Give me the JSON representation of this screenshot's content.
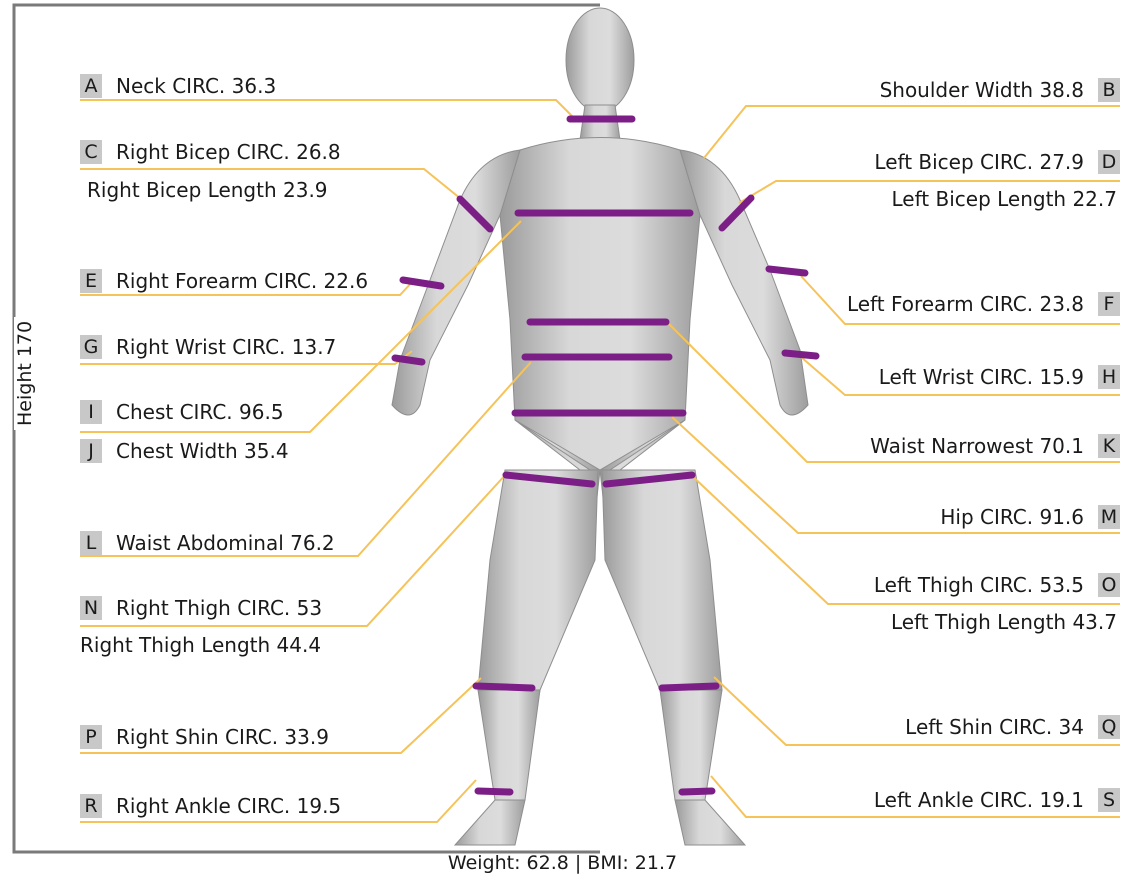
{
  "height_label": "Height 170",
  "footer": "Weight: 62.8  | BMI: 21.7",
  "colors": {
    "line": "#f5c35a",
    "ring": "#7b1f86",
    "body": "#c9c9c9",
    "label_box": "#c8c8c8"
  },
  "labels": {
    "A": {
      "letter": "A",
      "text": "Neck CIRC. 36.3"
    },
    "B": {
      "letter": "B",
      "text": "Shoulder Width 38.8"
    },
    "C": {
      "letter": "C",
      "text": "Right Bicep CIRC. 26.8",
      "sub": "Right Bicep Length 23.9"
    },
    "D": {
      "letter": "D",
      "text": "Left Bicep CIRC. 27.9",
      "sub": "Left Bicep Length 22.7"
    },
    "E": {
      "letter": "E",
      "text": "Right Forearm CIRC. 22.6"
    },
    "F": {
      "letter": "F",
      "text": "Left Forearm CIRC. 23.8"
    },
    "G": {
      "letter": "G",
      "text": "Right Wrist CIRC. 13.7"
    },
    "H": {
      "letter": "H",
      "text": "Left Wrist CIRC. 15.9"
    },
    "I": {
      "letter": "I",
      "text": "Chest CIRC. 96.5"
    },
    "J": {
      "letter": "J",
      "text": "Chest Width 35.4"
    },
    "K": {
      "letter": "K",
      "text": "Waist Narrowest 70.1"
    },
    "L": {
      "letter": "L",
      "text": "Waist Abdominal 76.2"
    },
    "M": {
      "letter": "M",
      "text": "Hip CIRC. 91.6"
    },
    "N": {
      "letter": "N",
      "text": "Right Thigh CIRC. 53",
      "sub": "Right Thigh Length 44.4"
    },
    "O": {
      "letter": "O",
      "text": "Left Thigh CIRC. 53.5",
      "sub": "Left Thigh Length 43.7"
    },
    "P": {
      "letter": "P",
      "text": "Right Shin CIRC. 33.9"
    },
    "Q": {
      "letter": "Q",
      "text": "Left Shin CIRC. 34"
    },
    "R": {
      "letter": "R",
      "text": "Right Ankle CIRC. 19.5"
    },
    "S": {
      "letter": "S",
      "text": "Left Ankle CIRC. 19.1"
    }
  }
}
